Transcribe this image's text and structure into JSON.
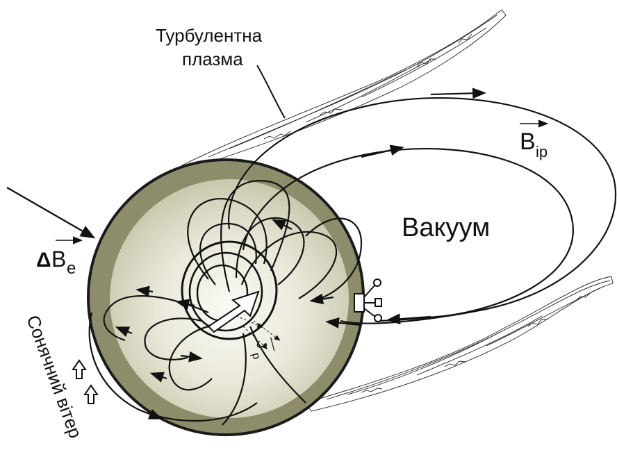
{
  "labels": {
    "turbulent_line1": "Турбулентна",
    "turbulent_line2": "плазма",
    "vacuum": "Вакуум",
    "b_ip_main": "B",
    "b_ip_sub": "ip",
    "delta_b_delta": "Δ",
    "delta_b_main": "B",
    "delta_b_sub": "e",
    "j_p_main": "J",
    "j_p_sub": "p",
    "solar_wind": "Сонячний вітер"
  },
  "colors": {
    "sphere_outer": "#8d8c6b",
    "sphere_inner_edge": "#c9c8ad",
    "sphere_center": "#fbfbf6",
    "line": "#111111"
  },
  "icons": {
    "field_arrow": "filled-triangle-arrow",
    "wind_arrow": "hollow-up-arrow",
    "probe": "spacecraft-probe-icon"
  }
}
